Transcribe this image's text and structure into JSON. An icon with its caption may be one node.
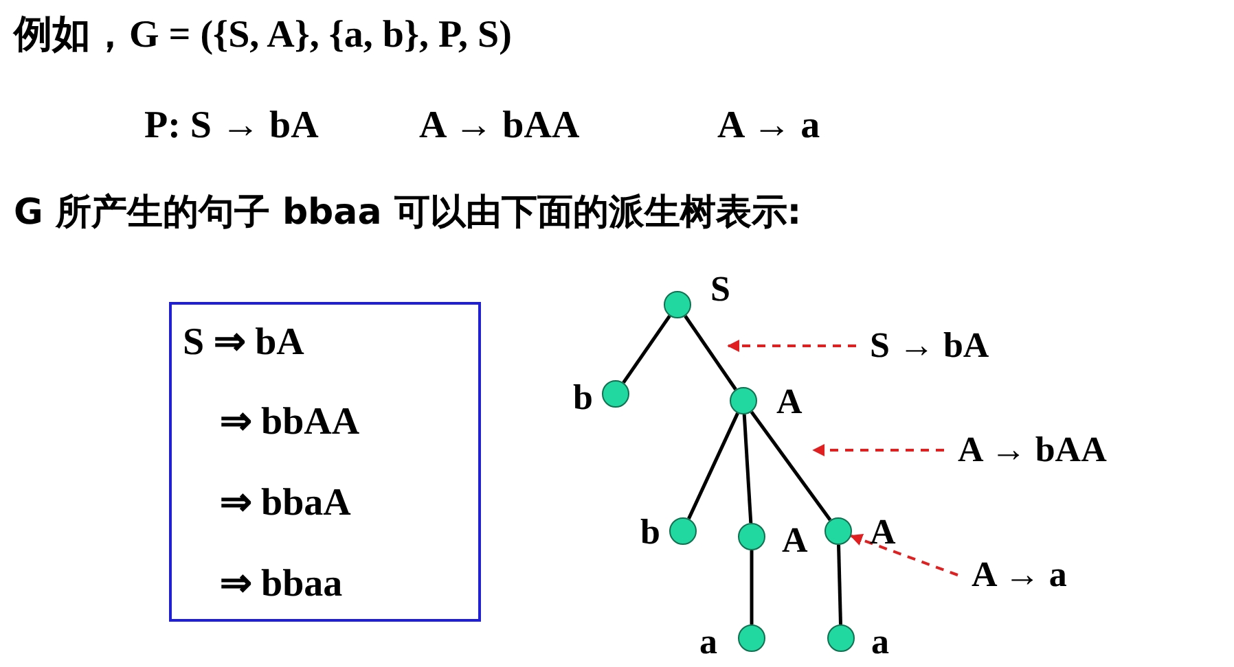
{
  "diagram": {
    "nodes": [
      {
        "text": [
          "S ⇒ bA",
          "⇒ bbAA",
          "⇒ bbaA",
          "⇒ bbaa"
        ]
      },
      {
        "text": [],
        "shape": "circle",
        "beside": [
          "S"
        ]
      },
      {
        "text": [],
        "shape": "circle",
        "beside": [
          "b"
        ]
      },
      {
        "text": [],
        "shape": "circle",
        "beside": [
          "A"
        ]
      },
      {
        "text": [],
        "shape": "circle",
        "beside": [
          "b"
        ]
      },
      {
        "text": [],
        "shape": "circle",
        "beside": [
          "A"
        ]
      },
      {
        "text": [],
        "shape": "circle",
        "beside": [
          "A"
        ]
      },
      {
        "text": [],
        "shape": "circle",
        "beside": [
          "a"
        ]
      },
      {
        "text": [],
        "shape": "circle",
        "beside": [
          "a"
        ]
      },
      {
        "text": [
          "S → bA"
        ]
      },
      {
        "text": [
          "A → bAA"
        ]
      },
      {
        "text": [
          "A → a"
        ]
      }
    ],
    "edges": [
      {
        "from": 1,
        "to": 2,
        "arrow": "none"
      },
      {
        "from": 1,
        "to": 3,
        "arrow": "none"
      },
      {
        "from": 3,
        "to": 4,
        "arrow": "none"
      },
      {
        "from": 3,
        "to": 5,
        "arrow": "none"
      },
      {
        "from": 3,
        "to": 6,
        "arrow": "none"
      },
      {
        "from": 5,
        "to": 7,
        "arrow": "none"
      },
      {
        "from": 6,
        "to": 8,
        "arrow": "none"
      },
      {
        "from": 9,
        "to": null,
        "arrow": "to",
        "style": "dashed",
        "color": "#e02020"
      },
      {
        "from": 10,
        "to": null,
        "arrow": "to",
        "style": "dashed",
        "color": "#e02020"
      },
      {
        "from": 11,
        "to": 6,
        "arrow": "to",
        "style": "dashed",
        "color": "#e02020"
      }
    ],
    "labels": [
      "例如，G = ({S, A}, {a, b}, P, S)",
      "P: S → bA",
      "A → bAA",
      "A → a",
      "G 所产生的句子 bbaa 可以由下面的派生树表示:"
    ]
  }
}
